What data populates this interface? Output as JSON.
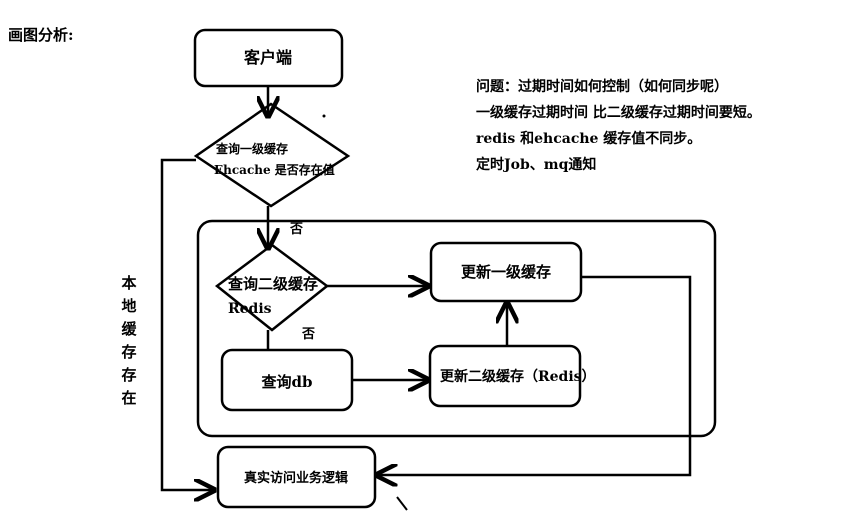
{
  "heading": "画图分析:",
  "notes": [
    "问题：过期时间如何控制（如何同步呢）",
    "一级缓存过期时间 比二级缓存过期时间要短。",
    "redis 和ehcache 缓存值不同步。",
    "定时Job、mq通知"
  ],
  "nodes": {
    "client": "客户端",
    "check_l1_line1": "查询一级缓存",
    "check_l1_line2": "Ehcache 是否存在值",
    "check_l2_line1": "查询二级缓存",
    "check_l2_line2": "Redis",
    "query_db": "查询db",
    "update_l2": "更新二级缓存（Redis）",
    "update_l1": "更新一级缓存",
    "business": "真实访问业务逻辑"
  },
  "edge_labels": {
    "no_1": "否",
    "no_2": "否",
    "local_exists": "本地缓存存在"
  },
  "colors": {
    "stroke": "#000000",
    "background": "#ffffff"
  }
}
